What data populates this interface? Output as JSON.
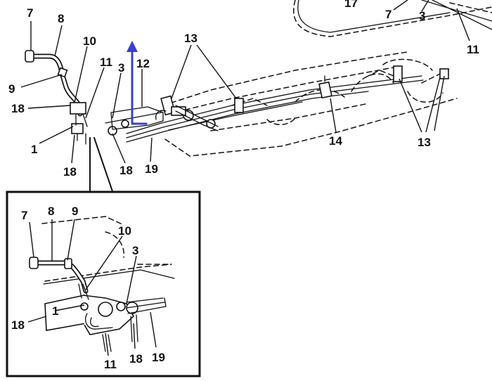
{
  "labels": [
    {
      "id": "top-7",
      "text": "7"
    },
    {
      "id": "top-8",
      "text": "8"
    },
    {
      "id": "top-9",
      "text": "9"
    },
    {
      "id": "top-10",
      "text": "10"
    },
    {
      "id": "top-11",
      "text": "11"
    },
    {
      "id": "top-3",
      "text": "3"
    },
    {
      "id": "top-12",
      "text": "12"
    },
    {
      "id": "top-13",
      "text": "13"
    },
    {
      "id": "top-18a",
      "text": "18"
    },
    {
      "id": "top-1",
      "text": "1"
    },
    {
      "id": "top-18b",
      "text": "18"
    },
    {
      "id": "top-18c",
      "text": "18"
    },
    {
      "id": "top-19",
      "text": "19"
    },
    {
      "id": "top-14",
      "text": "14"
    },
    {
      "id": "top-13b",
      "text": "13"
    },
    {
      "id": "corner-17",
      "text": "17"
    },
    {
      "id": "corner-7",
      "text": "7"
    },
    {
      "id": "corner-3",
      "text": "3"
    },
    {
      "id": "corner-11",
      "text": "11"
    },
    {
      "id": "inset-7",
      "text": "7"
    },
    {
      "id": "inset-8",
      "text": "8"
    },
    {
      "id": "inset-9",
      "text": "9"
    },
    {
      "id": "inset-10",
      "text": "10"
    },
    {
      "id": "inset-3",
      "text": "3"
    },
    {
      "id": "inset-1",
      "text": "1"
    },
    {
      "id": "inset-18a",
      "text": "18"
    },
    {
      "id": "inset-11",
      "text": "11"
    },
    {
      "id": "inset-18b",
      "text": "18"
    },
    {
      "id": "inset-19",
      "text": "19"
    }
  ],
  "colors": {
    "line": "#111111",
    "arrow": "#3a3fd0",
    "background": "#ffffff"
  }
}
